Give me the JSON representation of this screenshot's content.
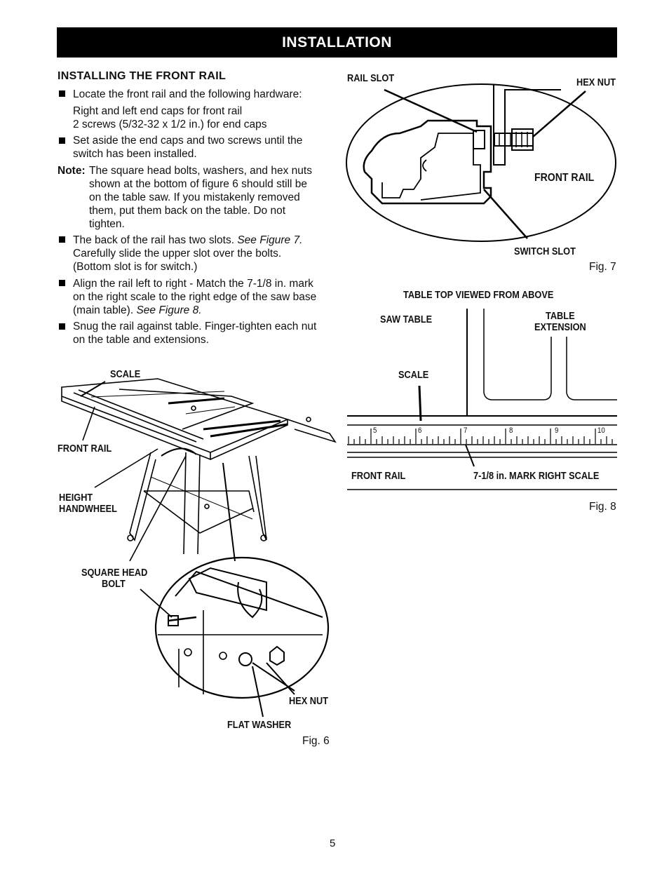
{
  "header": {
    "title": "INSTALLATION"
  },
  "section": {
    "title": "INSTALLING THE FRONT RAIL"
  },
  "steps": {
    "s1": "Locate the front rail and the following hardware:",
    "s1_a": "Right and left end caps for front rail",
    "s1_b": "2 screws (5/32-32 x 1/2 in.) for end caps",
    "s2_l1": "Set aside the end caps and two screws until the",
    "s2_l2": "switch has been installed.",
    "note_label": "Note:",
    "note_l1": "The square head bolts, washers, and hex nuts",
    "note_l2": "shown at the bottom of figure 6 should still be",
    "note_l3": "on the table saw. If you mistakenly removed",
    "note_l4": "them, put them back on the table. Do not",
    "note_l5": "tighten.",
    "s3_l1": "The back of the rail has two slots.",
    "s3_ref": "See Figure 7.",
    "s3_l2": "Carefully slide the upper slot over the bolts.",
    "s3_l3": "(Bottom slot is for switch.)",
    "s4_l1": "Align the rail left to right - Match the 7-1/8 in. mark",
    "s4_l2": "on the right scale to the right edge of the saw base",
    "s4_l3": "(main table).",
    "s4_ref": "See Figure 8.",
    "s5_l1": "Snug the rail against table. Finger-tighten each nut",
    "s5_l2": "on the table and extensions."
  },
  "fig7": {
    "rail_slot": "RAIL SLOT",
    "hex_nut": "HEX NUT",
    "front_rail": "FRONT RAIL",
    "switch_slot": "SWITCH SLOT",
    "caption": "Fig. 7"
  },
  "fig8": {
    "title": "TABLE TOP VIEWED FROM ABOVE",
    "saw_table": "SAW TABLE",
    "table": "TABLE",
    "extension": "EXTENSION",
    "scale": "SCALE",
    "front_rail": "FRONT RAIL",
    "mark": "7-1/8 in. MARK RIGHT SCALE",
    "caption": "Fig. 8",
    "scale_marks": [
      "5",
      "6",
      "7",
      "8",
      "9",
      "10"
    ]
  },
  "fig6": {
    "scale": "SCALE",
    "front_rail": "FRONT RAIL",
    "height": "HEIGHT",
    "handwheel": "HANDWHEEL",
    "square_head": "SQUARE HEAD",
    "bolt": "BOLT",
    "hex_nut": "HEX NUT",
    "flat_washer": "FLAT WASHER",
    "caption": "Fig. 6"
  },
  "page_number": "5"
}
